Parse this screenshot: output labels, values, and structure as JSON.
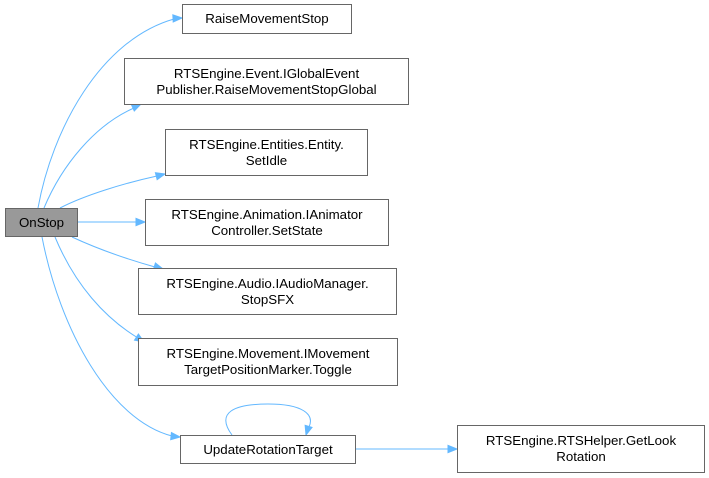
{
  "colors": {
    "edge": "#63b8ff",
    "node_border": "#666666",
    "root_fill": "#999999",
    "node_fill": "#ffffff"
  },
  "nodes": {
    "root": {
      "lines": [
        "OnStop"
      ]
    },
    "n1": {
      "lines": [
        "RaiseMovementStop"
      ]
    },
    "n2": {
      "lines": [
        "RTSEngine.Event.IGlobalEvent",
        "Publisher.RaiseMovementStopGlobal"
      ]
    },
    "n3": {
      "lines": [
        "RTSEngine.Entities.Entity.",
        "SetIdle"
      ]
    },
    "n4": {
      "lines": [
        "RTSEngine.Animation.IAnimator",
        "Controller.SetState"
      ]
    },
    "n5": {
      "lines": [
        "RTSEngine.Audio.IAudioManager.",
        "StopSFX"
      ]
    },
    "n6": {
      "lines": [
        "RTSEngine.Movement.IMovement",
        "TargetPositionMarker.Toggle"
      ]
    },
    "n7": {
      "lines": [
        "UpdateRotationTarget"
      ]
    },
    "n8": {
      "lines": [
        "RTSEngine.RTSHelper.GetLook",
        "Rotation"
      ]
    }
  },
  "edges": [
    {
      "from": "root",
      "to": "n1"
    },
    {
      "from": "root",
      "to": "n2"
    },
    {
      "from": "root",
      "to": "n3"
    },
    {
      "from": "root",
      "to": "n4"
    },
    {
      "from": "root",
      "to": "n5"
    },
    {
      "from": "root",
      "to": "n6"
    },
    {
      "from": "root",
      "to": "n7"
    },
    {
      "from": "n7",
      "to": "n7"
    },
    {
      "from": "n7",
      "to": "n8"
    }
  ]
}
